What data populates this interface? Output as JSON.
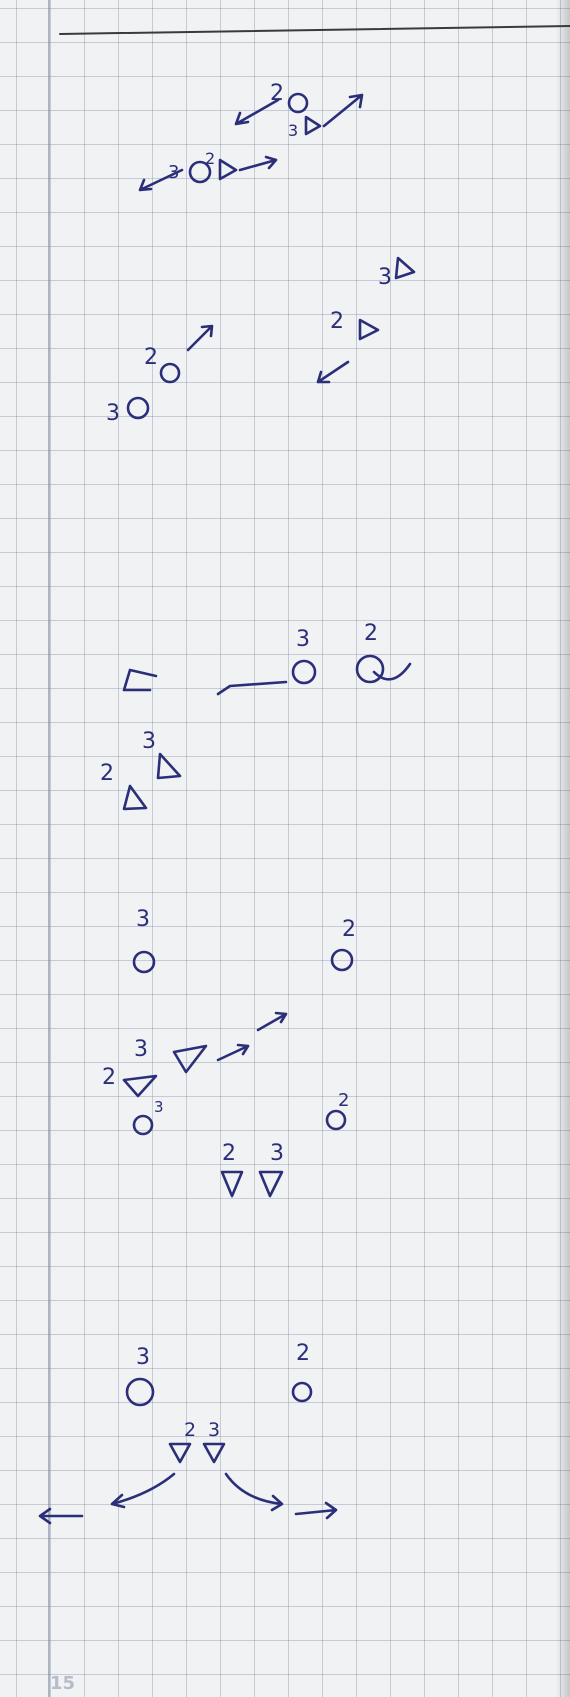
{
  "page_number": "15",
  "figures": [
    {
      "section": "top",
      "labels": [
        "2",
        "3",
        "3",
        "2",
        "3",
        "2",
        "2",
        "3"
      ]
    },
    {
      "section": "middle",
      "labels": [
        "3",
        "2",
        "3",
        "2"
      ]
    },
    {
      "section": "lower",
      "labels": [
        "3",
        "2",
        "3",
        "2",
        "3",
        "2",
        "2",
        "3"
      ]
    },
    {
      "section": "bottom",
      "labels": [
        "3",
        "2",
        "2",
        "3"
      ]
    }
  ],
  "colors": {
    "ink": "#2b2e78",
    "paper": "#eef0f2",
    "grid": "#9aa2b2"
  }
}
